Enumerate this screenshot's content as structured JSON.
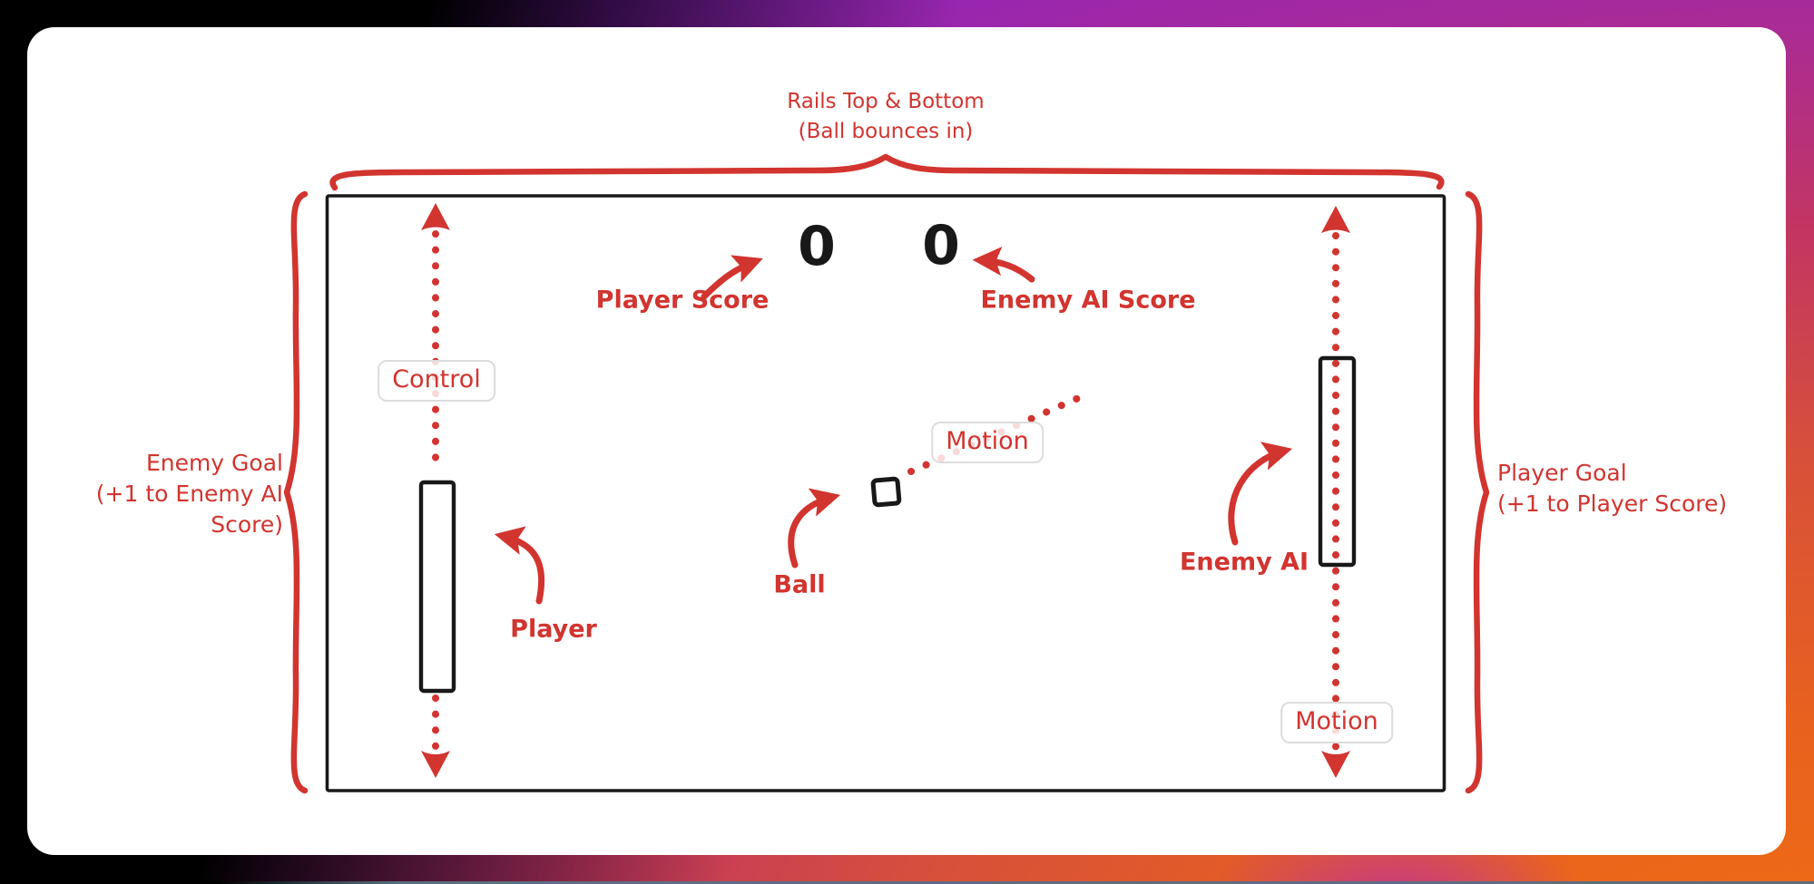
{
  "colors": {
    "annotation_red": "#d2342f",
    "ink": "#181818",
    "tag_border": "#dcdcdc"
  },
  "scoreboard": {
    "player_score": "0",
    "enemy_ai_score": "0"
  },
  "annotations": {
    "rails_caption_line1": "Rails Top & Bottom",
    "rails_caption_line2": "(Ball bounces in)",
    "player_score_label": "Player Score",
    "enemy_ai_score_label": "Enemy AI Score",
    "control_tag": "Control",
    "ball_motion_tag": "Motion",
    "enemy_motion_tag": "Motion",
    "ball_label": "Ball",
    "player_label": "Player",
    "enemy_ai_label": "Enemy AI",
    "enemy_goal_line1": "Enemy Goal",
    "enemy_goal_line2": "(+1 to Enemy AI",
    "enemy_goal_line3": "Score)",
    "player_goal_line1": "Player Goal",
    "player_goal_line2": "(+1 to Player Score)"
  }
}
